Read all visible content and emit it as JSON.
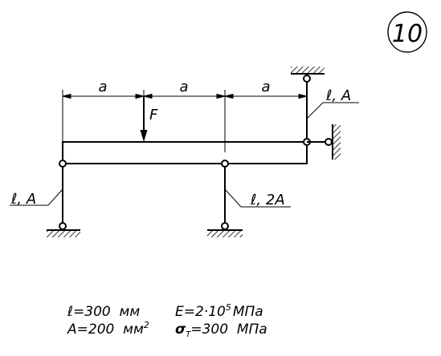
{
  "problem_number": "10",
  "dimensions": {
    "a1": "a",
    "a2": "a",
    "a3": "a"
  },
  "force": {
    "label": "F"
  },
  "rods": {
    "left": {
      "label": "ℓ, A"
    },
    "middle": {
      "label": "ℓ, 2A"
    },
    "top_right": {
      "label": "ℓ, A"
    }
  },
  "givens": {
    "l": "ℓ=300  мм",
    "A_pre": "A=200  мм",
    "A_sup": "2",
    "E_pre": "E=2·10",
    "E_sup": "5",
    "E_post": "МПа",
    "sigma_sym": "σ",
    "sigma_sub": "Т",
    "sigma_post": "=300  МПа"
  }
}
